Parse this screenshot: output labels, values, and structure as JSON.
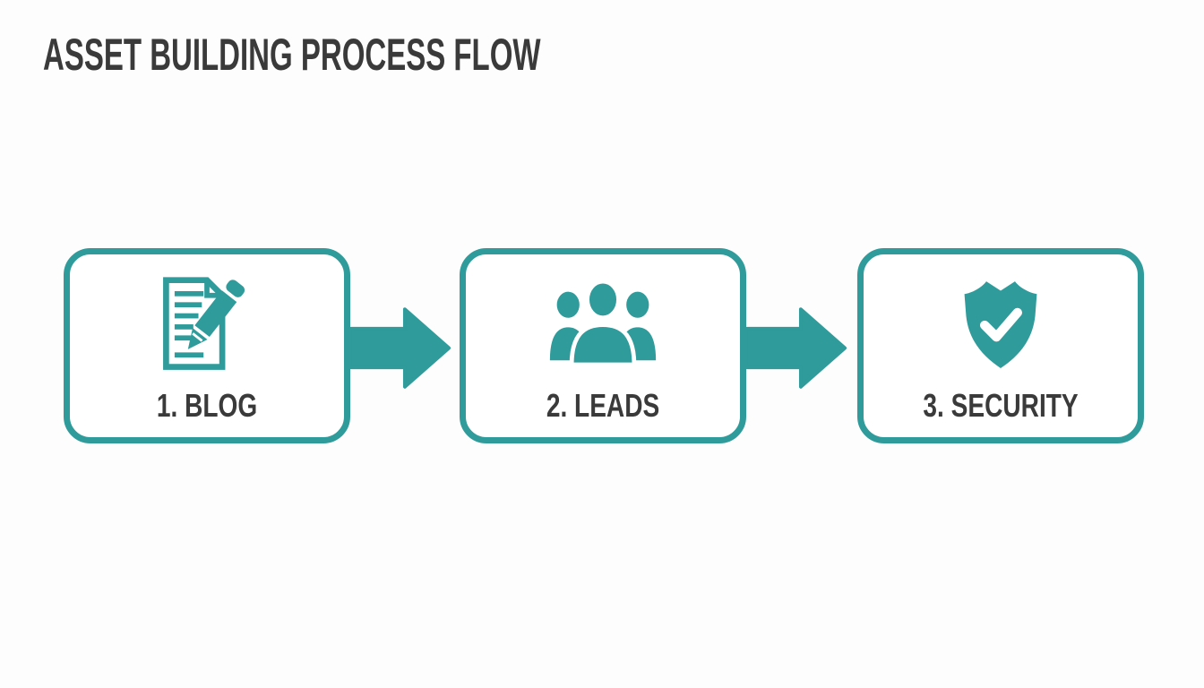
{
  "page": {
    "title": "ASSET BUILDING PROCESS FLOW"
  },
  "colors": {
    "teal": "#2f9b9a",
    "ink": "#3a3a3a",
    "background": "#fdfdfd",
    "box_fill": "#ffffff"
  },
  "flow": {
    "steps": [
      {
        "label": "1. BLOG",
        "icon": "document-pencil-icon"
      },
      {
        "label": "2. LEADS",
        "icon": "people-group-icon"
      },
      {
        "label": "3. SECURITY",
        "icon": "shield-check-icon"
      }
    ],
    "arrows": [
      {
        "icon": "arrow-right-icon"
      },
      {
        "icon": "arrow-right-icon"
      }
    ]
  }
}
